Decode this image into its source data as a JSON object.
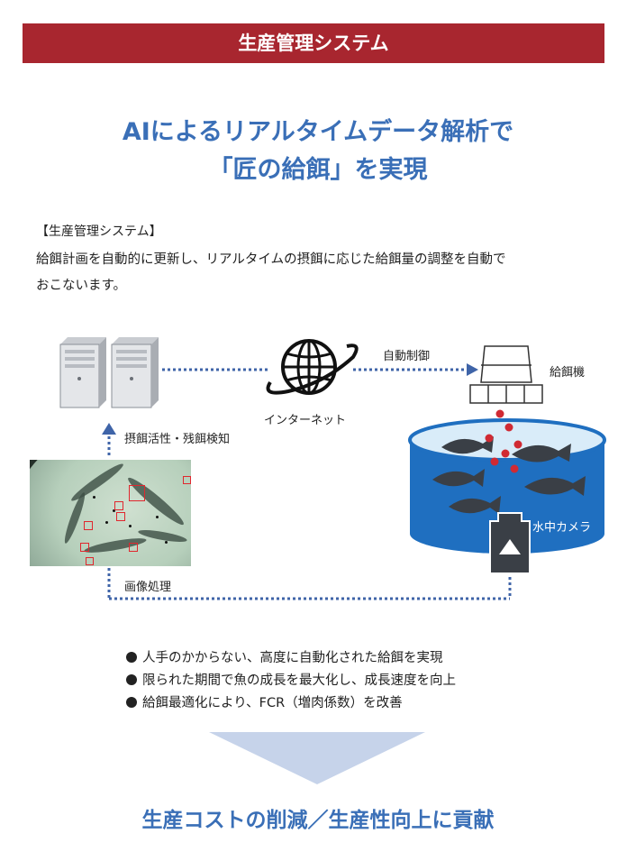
{
  "banner": {
    "title": "生産管理システム"
  },
  "headline": {
    "line1": "AIによるリアルタイムデータ解析で",
    "line2": "「匠の給餌」を実現"
  },
  "description": {
    "heading": "【生産管理システム】",
    "line1": "給餌計画を自動的に更新し、リアルタイムの摂餌に応じた給餌量の調整を自動で",
    "line2": "おこないます。"
  },
  "diagram": {
    "internet_label": "インターネット",
    "auto_control_label": "自動制御",
    "feeder_label": "給餌機",
    "underwater_camera_label": "水中カメラ",
    "detection_label": "摂餌活性・残餌検知",
    "image_processing_label": "画像処理"
  },
  "bullets": [
    "人手のかからない、高度に自動化された給餌を実現",
    "限られた期間で魚の成長を最大化し、成長速度を向上",
    "給餌最適化により、FCR（増肉係数）を改善"
  ],
  "result": {
    "text": "生産コストの削減／生産性向上に貢献"
  },
  "colors": {
    "banner": "#a8262f",
    "accent_blue": "#3a6fb7",
    "connector": "#3f64a8",
    "feed_pellet": "#d02a33"
  }
}
